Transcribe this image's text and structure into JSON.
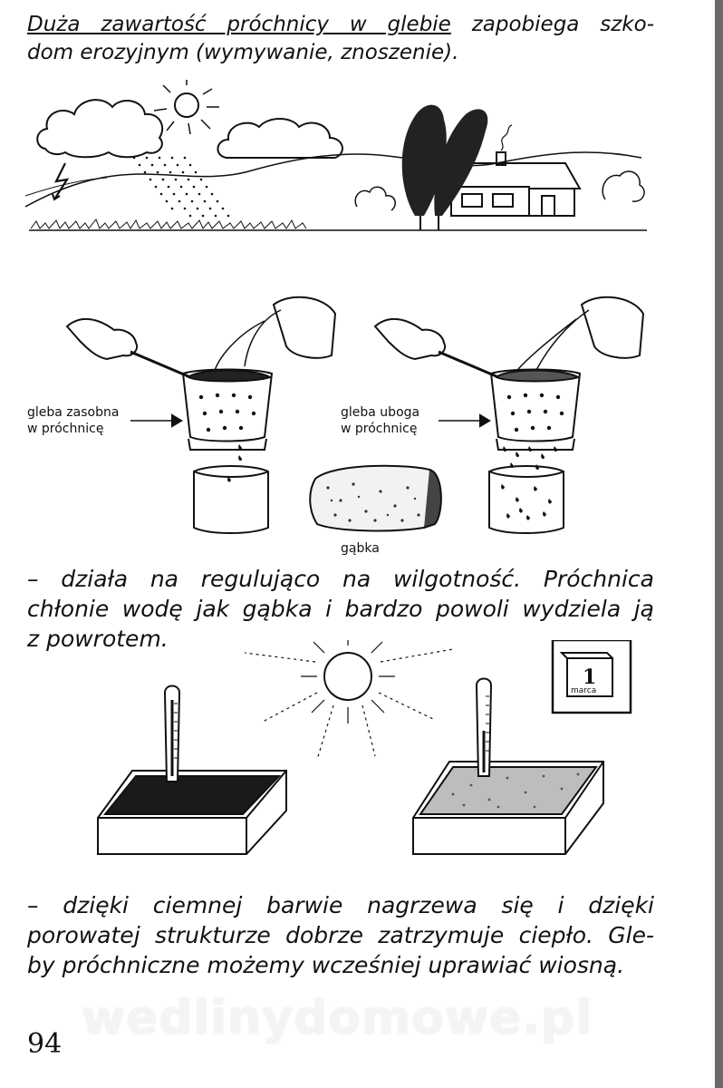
{
  "paragraph1": {
    "underlined": "Duża zawartość próchnicy w glebie",
    "rest_line1": " zapobiega szko-",
    "line2": "dom erozyjnym (wymywanie, znoszenie)."
  },
  "figure2": {
    "label_rich_line1": "gleba zasobna",
    "label_rich_line2": "w próchnicę",
    "label_poor_line1": "gleba uboga",
    "label_poor_line2": "w próchnicę",
    "label_sponge": "gąbka"
  },
  "paragraph2": {
    "line1": "– działa na regulująco na wilgotność. Próchnica",
    "line2": "chłonie wodę jak gąbka i bardzo powoli wydziela ją",
    "line3": "z powrotem."
  },
  "figure3": {
    "calendar_day": "1",
    "calendar_month": "marca"
  },
  "paragraph3": {
    "line1": "– dzięki ciemnej barwie nagrzewa się i dzięki",
    "line2": "porowatej strukturze dobrze zatrzymuje ciepło. Gle-",
    "line3": "by próchniczne możemy wcześniej uprawiać wiosną."
  },
  "footer": {
    "page_number": "94",
    "watermark": "wedlinydomowe.pl"
  }
}
